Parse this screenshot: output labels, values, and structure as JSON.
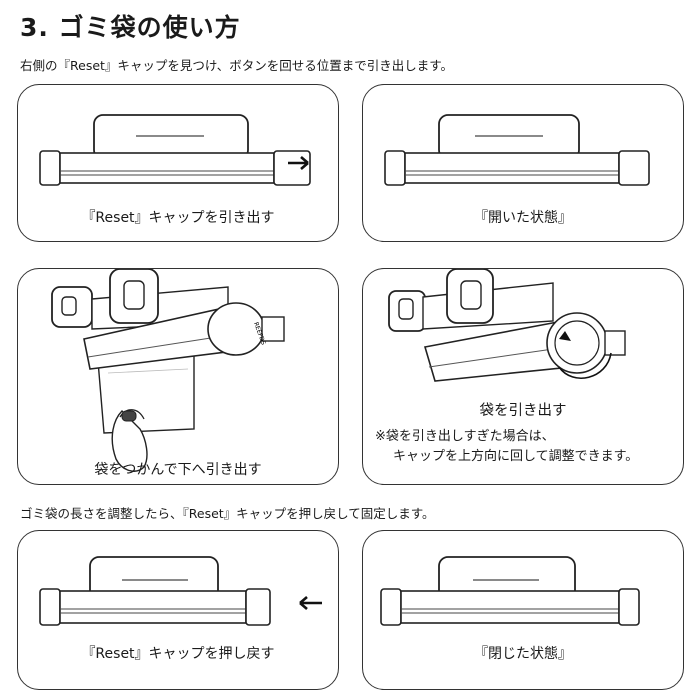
{
  "heading": "3. ゴミ袋の使い方",
  "instruction_top": "右側の『Reset』キャップを見つけ、ボタンを回せる位置まで引き出します。",
  "instruction_bottom": "ゴミ袋の長さを調整したら、『Reset』キャップを押し戻して固定します。",
  "panels": {
    "p1": "『Reset』キャップを引き出す",
    "p2": "『開いた状態』",
    "p3": "袋をつかんで下へ引き出す",
    "p4": "袋を引き出す",
    "p4_note1": "※袋を引き出しすぎた場合は、",
    "p4_note2": "キャップを上方向に回して調整できます。",
    "p5": "『Reset』キャップを押し戻す",
    "p6": "『閉じた状態』"
  },
  "brand_mark": "REEFDS"
}
